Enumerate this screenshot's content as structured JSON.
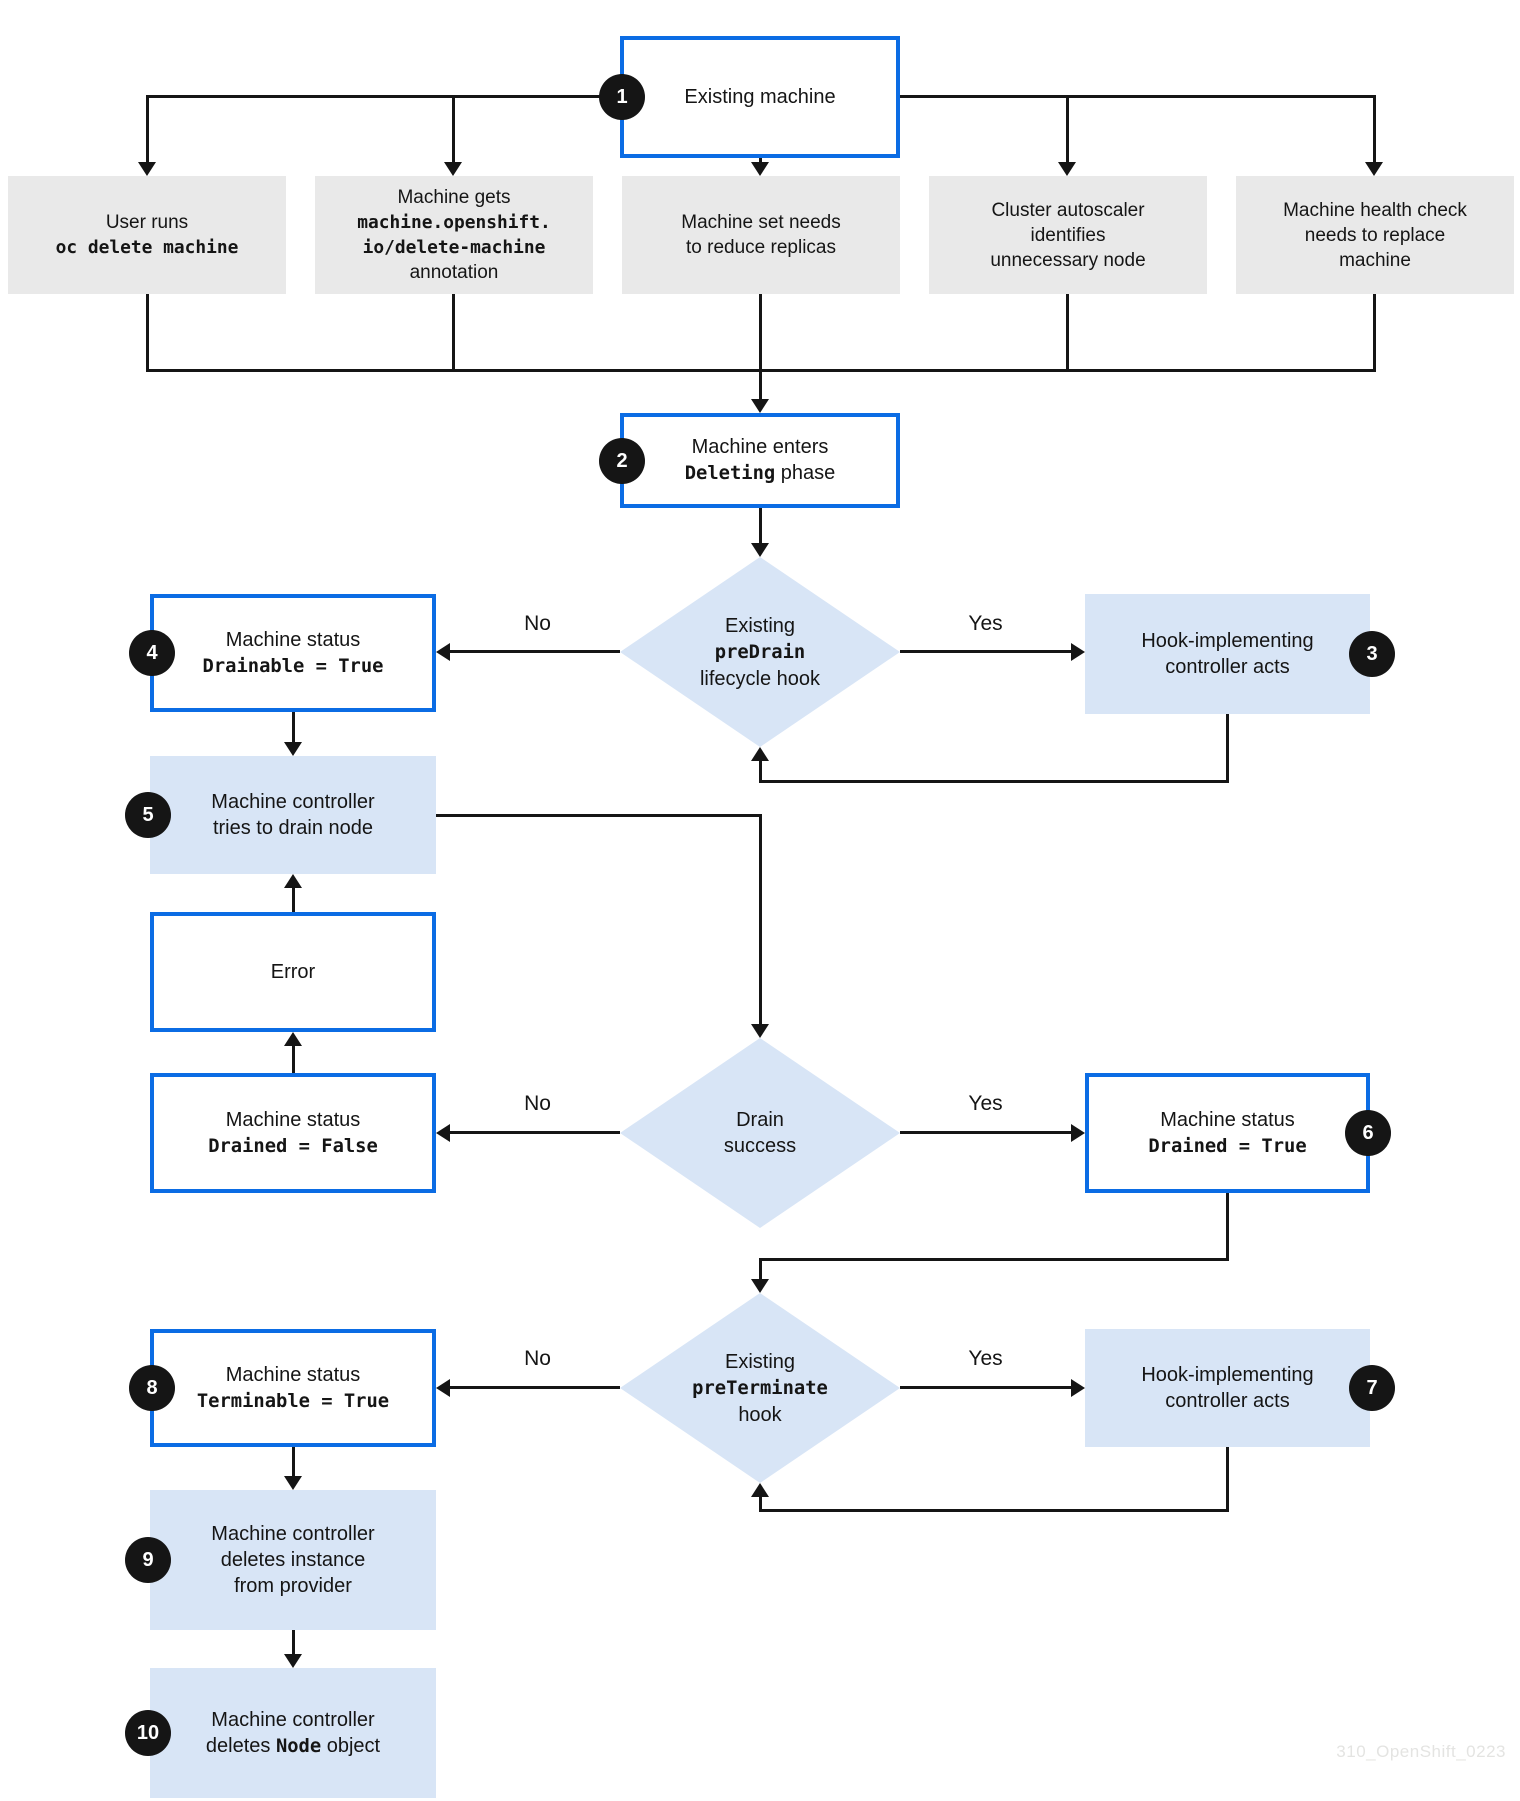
{
  "colors": {
    "ink": "#151515",
    "blue": "#0b6ce4",
    "light_blue": "#d8e5f6",
    "gray_fill": "#e9e9e9",
    "watermark": "#e4e4e2",
    "badge_text": "#ffffff"
  },
  "nodes": {
    "existing_machine": {
      "num": "1",
      "lines": [
        [
          {
            "t": "Existing machine"
          }
        ]
      ]
    },
    "trigger_user": {
      "lines": [
        [
          {
            "t": "User runs"
          }
        ],
        [
          {
            "t": "oc delete machine",
            "code": true
          }
        ]
      ]
    },
    "trigger_annotation": {
      "lines": [
        [
          {
            "t": "Machine gets"
          }
        ],
        [
          {
            "t": "machine.openshift.",
            "code": true
          }
        ],
        [
          {
            "t": "io/delete-machine",
            "code": true
          }
        ],
        [
          {
            "t": "annotation"
          }
        ]
      ]
    },
    "trigger_machineset": {
      "lines": [
        [
          {
            "t": "Machine set needs"
          }
        ],
        [
          {
            "t": "to reduce replicas"
          }
        ]
      ]
    },
    "trigger_autoscaler": {
      "lines": [
        [
          {
            "t": "Cluster autoscaler"
          }
        ],
        [
          {
            "t": "identifies"
          }
        ],
        [
          {
            "t": "unnecessary node"
          }
        ]
      ]
    },
    "trigger_healthcheck": {
      "lines": [
        [
          {
            "t": "Machine health check"
          }
        ],
        [
          {
            "t": "needs to replace"
          }
        ],
        [
          {
            "t": "machine"
          }
        ]
      ]
    },
    "enters_deleting": {
      "num": "2",
      "lines": [
        [
          {
            "t": "Machine enters"
          }
        ],
        [
          {
            "t": "Deleting",
            "code": true
          },
          {
            "t": " phase"
          }
        ]
      ]
    },
    "predrain_hook": {
      "lines": [
        [
          {
            "t": "Existing"
          }
        ],
        [
          {
            "t": "preDrain",
            "code": true
          }
        ],
        [
          {
            "t": "lifecycle hook"
          }
        ]
      ]
    },
    "drainable_true": {
      "num": "4",
      "lines": [
        [
          {
            "t": "Machine status"
          }
        ],
        [
          {
            "t": "Drainable = True",
            "code": true
          }
        ]
      ]
    },
    "hook_controller_predrain": {
      "num": "3",
      "lines": [
        [
          {
            "t": "Hook-implementing"
          }
        ],
        [
          {
            "t": "controller acts"
          }
        ]
      ]
    },
    "controller_drains": {
      "num": "5",
      "lines": [
        [
          {
            "t": "Machine controller"
          }
        ],
        [
          {
            "t": "tries to drain node"
          }
        ]
      ]
    },
    "error": {
      "lines": [
        [
          {
            "t": "Error"
          }
        ]
      ]
    },
    "drained_false": {
      "lines": [
        [
          {
            "t": "Machine status"
          }
        ],
        [
          {
            "t": "Drained = False",
            "code": true
          }
        ]
      ]
    },
    "drain_success": {
      "lines": [
        [
          {
            "t": "Drain"
          }
        ],
        [
          {
            "t": "success"
          }
        ]
      ]
    },
    "drained_true": {
      "num": "6",
      "lines": [
        [
          {
            "t": "Machine status"
          }
        ],
        [
          {
            "t": "Drained = True",
            "code": true
          }
        ]
      ]
    },
    "preterminate_hook": {
      "lines": [
        [
          {
            "t": "Existing"
          }
        ],
        [
          {
            "t": "preTerminate",
            "code": true
          }
        ],
        [
          {
            "t": "hook"
          }
        ]
      ]
    },
    "terminable_true": {
      "num": "8",
      "lines": [
        [
          {
            "t": "Machine status"
          }
        ],
        [
          {
            "t": "Terminable = True",
            "code": true
          }
        ]
      ]
    },
    "hook_controller_preterminate": {
      "num": "7",
      "lines": [
        [
          {
            "t": "Hook-implementing"
          }
        ],
        [
          {
            "t": "controller acts"
          }
        ]
      ]
    },
    "deletes_instance": {
      "num": "9",
      "lines": [
        [
          {
            "t": "Machine controller"
          }
        ],
        [
          {
            "t": "deletes instance"
          }
        ],
        [
          {
            "t": "from provider"
          }
        ]
      ]
    },
    "deletes_node": {
      "num": "10",
      "lines": [
        [
          {
            "t": "Machine controller"
          }
        ],
        [
          {
            "t": "deletes "
          },
          {
            "t": "Node",
            "code": true
          },
          {
            "t": " object"
          }
        ]
      ]
    }
  },
  "edges": {
    "predrain_no": "No",
    "predrain_yes": "Yes",
    "drain_no": "No",
    "drain_yes": "Yes",
    "preterminate_no": "No",
    "preterminate_yes": "Yes"
  },
  "watermark": "310_OpenShift_0223"
}
